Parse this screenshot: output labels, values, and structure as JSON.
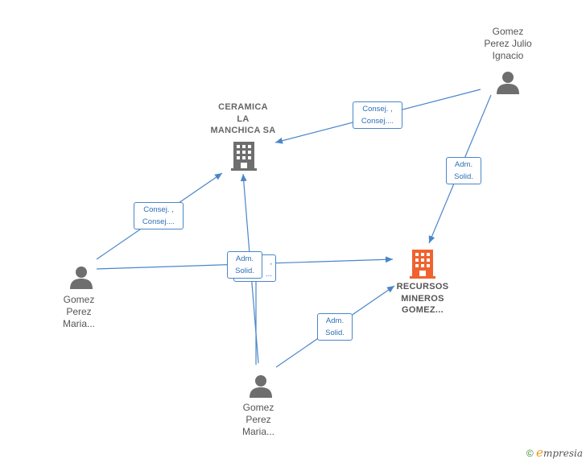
{
  "nodes": {
    "ceramica": {
      "lines": [
        "CERAMICA",
        "LA",
        "MANCHICA SA"
      ]
    },
    "recursos": {
      "lines": [
        "RECURSOS",
        "MINEROS",
        "GOMEZ..."
      ]
    },
    "julio": {
      "lines": [
        "Gomez",
        "Perez Julio",
        "Ignacio"
      ]
    },
    "maria_left": {
      "lines": [
        "Gomez",
        "Perez",
        "Maria..."
      ]
    },
    "maria_bottom": {
      "lines": [
        "Gomez",
        "Perez",
        "Maria..."
      ]
    }
  },
  "edges": {
    "julio_ceramica": [
      "Consej. ,",
      "Consej...."
    ],
    "julio_recursos": [
      "Adm.",
      "Solid."
    ],
    "marialeft_ceramica": [
      "Consej. ,",
      "Consej...."
    ],
    "marialeft_recursos_back": [
      ",",
      "..."
    ],
    "mariabottom_ceramica": [
      "Adm.",
      "Solid."
    ],
    "mariabottom_recursos": [
      "Adm.",
      "Solid."
    ]
  },
  "colors": {
    "edge": "#4a86c8",
    "company": "#6e6e6e",
    "company_focus": "#f0622f",
    "person": "#6e6e6e"
  },
  "footer": {
    "copyright": "©",
    "brand_initial": "e",
    "brand_rest": "mpresia"
  }
}
